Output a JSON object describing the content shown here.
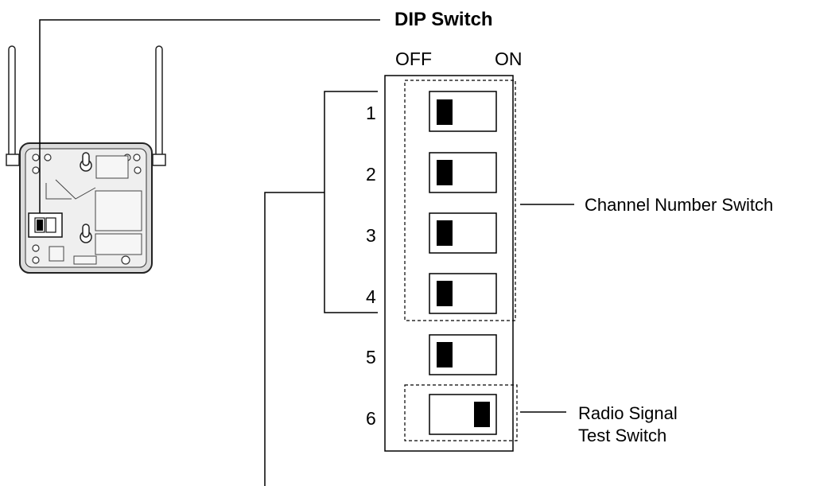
{
  "title": "DIP Switch",
  "state_labels": {
    "off": "OFF",
    "on": "ON"
  },
  "switches": [
    {
      "number": "1",
      "state": "OFF"
    },
    {
      "number": "2",
      "state": "OFF"
    },
    {
      "number": "3",
      "state": "OFF"
    },
    {
      "number": "4",
      "state": "OFF"
    },
    {
      "number": "5",
      "state": "OFF"
    },
    {
      "number": "6",
      "state": "ON"
    }
  ],
  "callouts": {
    "channel": "Channel Number Switch",
    "radio_line1": "Radio Signal",
    "radio_line2": "Test Switch"
  },
  "colors": {
    "line": "#000000",
    "device_fill": "#e9e9e9",
    "device_stroke": "#222222"
  }
}
